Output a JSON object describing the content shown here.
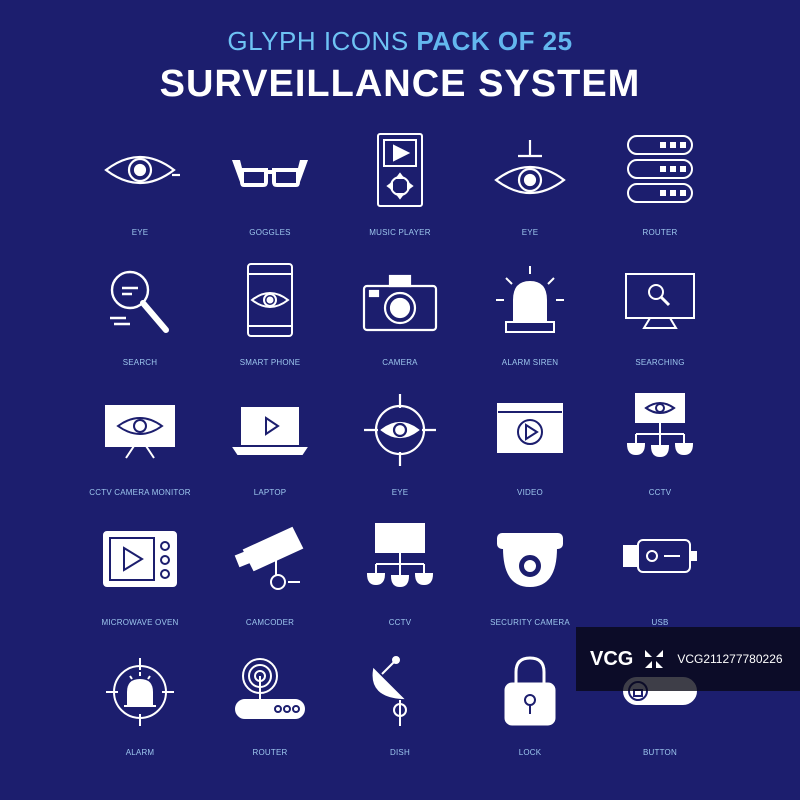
{
  "header": {
    "subtitle_light": "GLYPH ICONS",
    "subtitle_strong": "PACK OF 25",
    "title": "SURVEILLANCE SYSTEM"
  },
  "colors": {
    "background": "#1c1e6e",
    "subtitle": "#6ec3f4",
    "title": "#ffffff",
    "labels": "#9dc7ee"
  },
  "icons": [
    {
      "label": "EYE",
      "icon": "eye-icon"
    },
    {
      "label": "GOGGLES",
      "icon": "goggles-icon"
    },
    {
      "label": "MUSIC PLAYER",
      "icon": "music-player-icon"
    },
    {
      "label": "EYE",
      "icon": "hanging-eye-icon"
    },
    {
      "label": "ROUTER",
      "icon": "server-router-icon"
    },
    {
      "label": "SEARCH",
      "icon": "search-icon"
    },
    {
      "label": "SMART PHONE",
      "icon": "smart-phone-icon"
    },
    {
      "label": "CAMERA",
      "icon": "camera-icon"
    },
    {
      "label": "ALARM SIREN",
      "icon": "alarm-siren-icon"
    },
    {
      "label": "SEARCHING",
      "icon": "searching-monitor-icon"
    },
    {
      "label": "CCTV CAMERA MONITOR",
      "icon": "cctv-monitor-icon"
    },
    {
      "label": "LAPTOP",
      "icon": "laptop-icon"
    },
    {
      "label": "EYE",
      "icon": "target-eye-icon"
    },
    {
      "label": "VIDEO",
      "icon": "video-icon"
    },
    {
      "label": "CCTV",
      "icon": "cctv-network-icon"
    },
    {
      "label": "MICROWAVE OVEN",
      "icon": "microwave-icon"
    },
    {
      "label": "CAMCODER",
      "icon": "camcorder-icon"
    },
    {
      "label": "CCTV",
      "icon": "cctv-network-icon"
    },
    {
      "label": "SECURITY CAMERA",
      "icon": "dome-camera-icon"
    },
    {
      "label": "USB",
      "icon": "usb-icon"
    },
    {
      "label": "ALARM",
      "icon": "alarm-target-icon"
    },
    {
      "label": "ROUTER",
      "icon": "wifi-router-icon"
    },
    {
      "label": "DISH",
      "icon": "satellite-dish-icon"
    },
    {
      "label": "LOCK",
      "icon": "padlock-icon"
    },
    {
      "label": "BUTTON",
      "icon": "toggle-button-icon"
    }
  ],
  "watermark": {
    "logo": "VCG",
    "id": "VCG211277780226"
  }
}
